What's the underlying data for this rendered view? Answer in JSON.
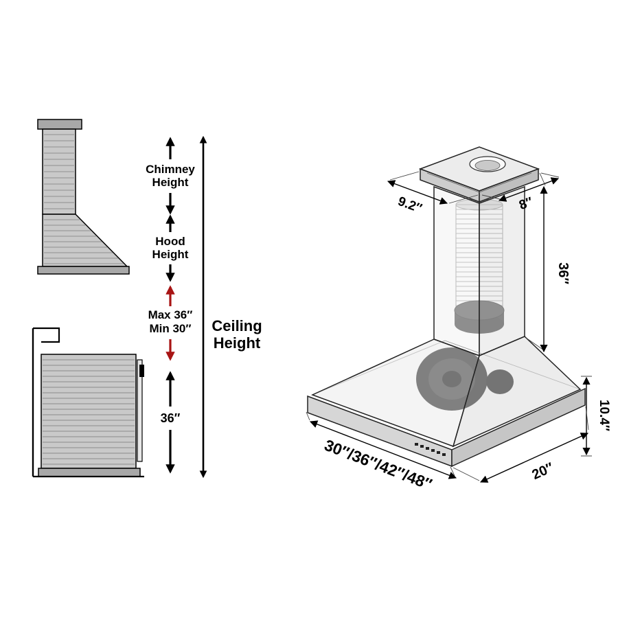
{
  "side_view": {
    "chimney_label": {
      "line1": "Chimney",
      "line2": "Height"
    },
    "hood_label": {
      "line1": "Hood",
      "line2": "Height"
    },
    "clearance_label": {
      "line1": "Max 36″",
      "line2": "Min 30″"
    },
    "ceiling_label": {
      "line1": "Ceiling",
      "line2": "Height"
    },
    "mount_height": "36″"
  },
  "isometric": {
    "top_width": "9.2″",
    "duct_opening": "8″",
    "chimney_height": "36″",
    "hood_height": "10.4″",
    "hood_depth": "20″",
    "hood_widths": "30″/36″/42″/48″"
  },
  "colors": {
    "annotation_red": "#a81414",
    "line_black": "#000000"
  }
}
